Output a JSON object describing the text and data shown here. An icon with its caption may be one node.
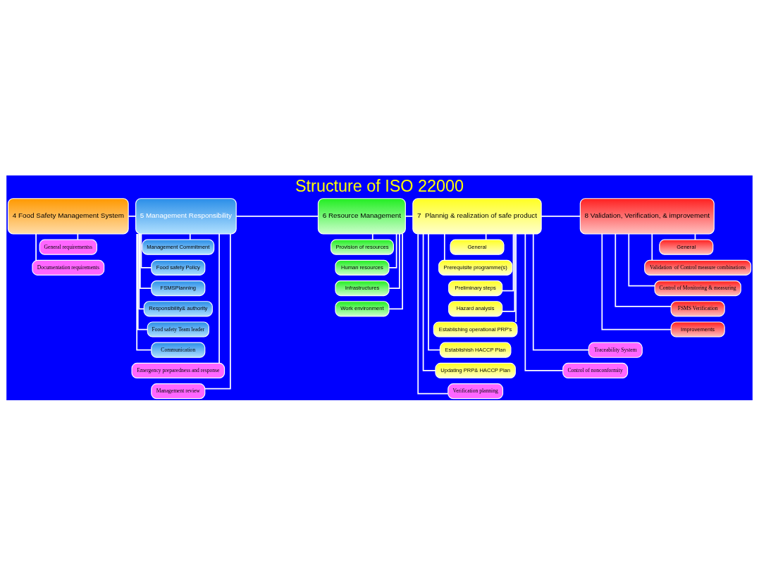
{
  "diagram": {
    "title": "Structure of ISO 22000",
    "nodes": [
      {
        "text": [
          "4 Food Safety Management System"
        ]
      },
      {
        "text": [
          "5 Management Responsibility"
        ]
      },
      {
        "text": [
          "6 Resource Management"
        ]
      },
      {
        "text": [
          "7  Plannig & realization of safe product"
        ]
      },
      {
        "text": [
          "8 Validation, Verification, & improvement"
        ]
      },
      {
        "text": [
          "General requirementss"
        ]
      },
      {
        "text": [
          "Documentation requirements"
        ]
      },
      {
        "text": [
          "Management Commitment"
        ]
      },
      {
        "text": [
          "Food safety Policy"
        ]
      },
      {
        "text": [
          "FSMSPlanning"
        ]
      },
      {
        "text": [
          "Responsibility& authority"
        ]
      },
      {
        "text": [
          "Food safety Team leader"
        ]
      },
      {
        "text": [
          "Communication"
        ]
      },
      {
        "text": [
          "Emergency preparedness and response"
        ]
      },
      {
        "text": [
          "Management review"
        ]
      },
      {
        "text": [
          "Provision of resources"
        ]
      },
      {
        "text": [
          "Human resources"
        ]
      },
      {
        "text": [
          "Infrastructures"
        ]
      },
      {
        "text": [
          "Work environment"
        ]
      },
      {
        "text": [
          "General"
        ]
      },
      {
        "text": [
          "Prerequisite programme(s)"
        ]
      },
      {
        "text": [
          "Preliminary steps"
        ]
      },
      {
        "text": [
          "Hazard analysis"
        ]
      },
      {
        "text": [
          "Establishing operational PRP’s"
        ]
      },
      {
        "text": [
          "Establishish HACCP Plan"
        ]
      },
      {
        "text": [
          "Updating PRP& HACCP Plan"
        ]
      },
      {
        "text": [
          "Verification planning"
        ]
      },
      {
        "text": [
          "Traceability System"
        ]
      },
      {
        "text": [
          "Control of nonconformity"
        ]
      },
      {
        "text": [
          "General"
        ]
      },
      {
        "text": [
          "Validation  of Control measure combinations"
        ]
      },
      {
        "text": [
          "Control of Monitoring & measuring"
        ]
      },
      {
        "text": [
          "FSMS Verification"
        ]
      },
      {
        "text": [
          "Improvements"
        ]
      }
    ],
    "edges": [
      {
        "from": 0,
        "to": 1,
        "arrow": "none"
      },
      {
        "from": 1,
        "to": 2,
        "arrow": "none"
      },
      {
        "from": 2,
        "to": 3,
        "arrow": "none"
      },
      {
        "from": 3,
        "to": 4,
        "arrow": "none"
      },
      {
        "from": 0,
        "to": 5,
        "arrow": "none"
      },
      {
        "from": 0,
        "to": 6,
        "arrow": "none"
      },
      {
        "from": 1,
        "to": 7,
        "arrow": "none"
      },
      {
        "from": 1,
        "to": 8,
        "arrow": "none"
      },
      {
        "from": 1,
        "to": 9,
        "arrow": "none"
      },
      {
        "from": 1,
        "to": 10,
        "arrow": "none"
      },
      {
        "from": 1,
        "to": 11,
        "arrow": "none"
      },
      {
        "from": 1,
        "to": 12,
        "arrow": "none"
      },
      {
        "from": 1,
        "to": 13,
        "arrow": "none"
      },
      {
        "from": 1,
        "to": 14,
        "arrow": "none"
      },
      {
        "from": 2,
        "to": 15,
        "arrow": "none"
      },
      {
        "from": 2,
        "to": 16,
        "arrow": "none"
      },
      {
        "from": 2,
        "to": 17,
        "arrow": "none"
      },
      {
        "from": 2,
        "to": 18,
        "arrow": "none"
      },
      {
        "from": 3,
        "to": 19,
        "arrow": "none"
      },
      {
        "from": 3,
        "to": 20,
        "arrow": "none"
      },
      {
        "from": 3,
        "to": 21,
        "arrow": "none"
      },
      {
        "from": 3,
        "to": 22,
        "arrow": "none"
      },
      {
        "from": 3,
        "to": 23,
        "arrow": "none"
      },
      {
        "from": 3,
        "to": 24,
        "arrow": "none"
      },
      {
        "from": 3,
        "to": 25,
        "arrow": "none"
      },
      {
        "from": 3,
        "to": 26,
        "arrow": "none"
      },
      {
        "from": 3,
        "to": 27,
        "arrow": "none"
      },
      {
        "from": 3,
        "to": 28,
        "arrow": "none"
      },
      {
        "from": 4,
        "to": 29,
        "arrow": "none"
      },
      {
        "from": 4,
        "to": 30,
        "arrow": "none"
      },
      {
        "from": 4,
        "to": 31,
        "arrow": "none"
      },
      {
        "from": 4,
        "to": 32,
        "arrow": "none"
      },
      {
        "from": 4,
        "to": 33,
        "arrow": "none"
      }
    ]
  }
}
